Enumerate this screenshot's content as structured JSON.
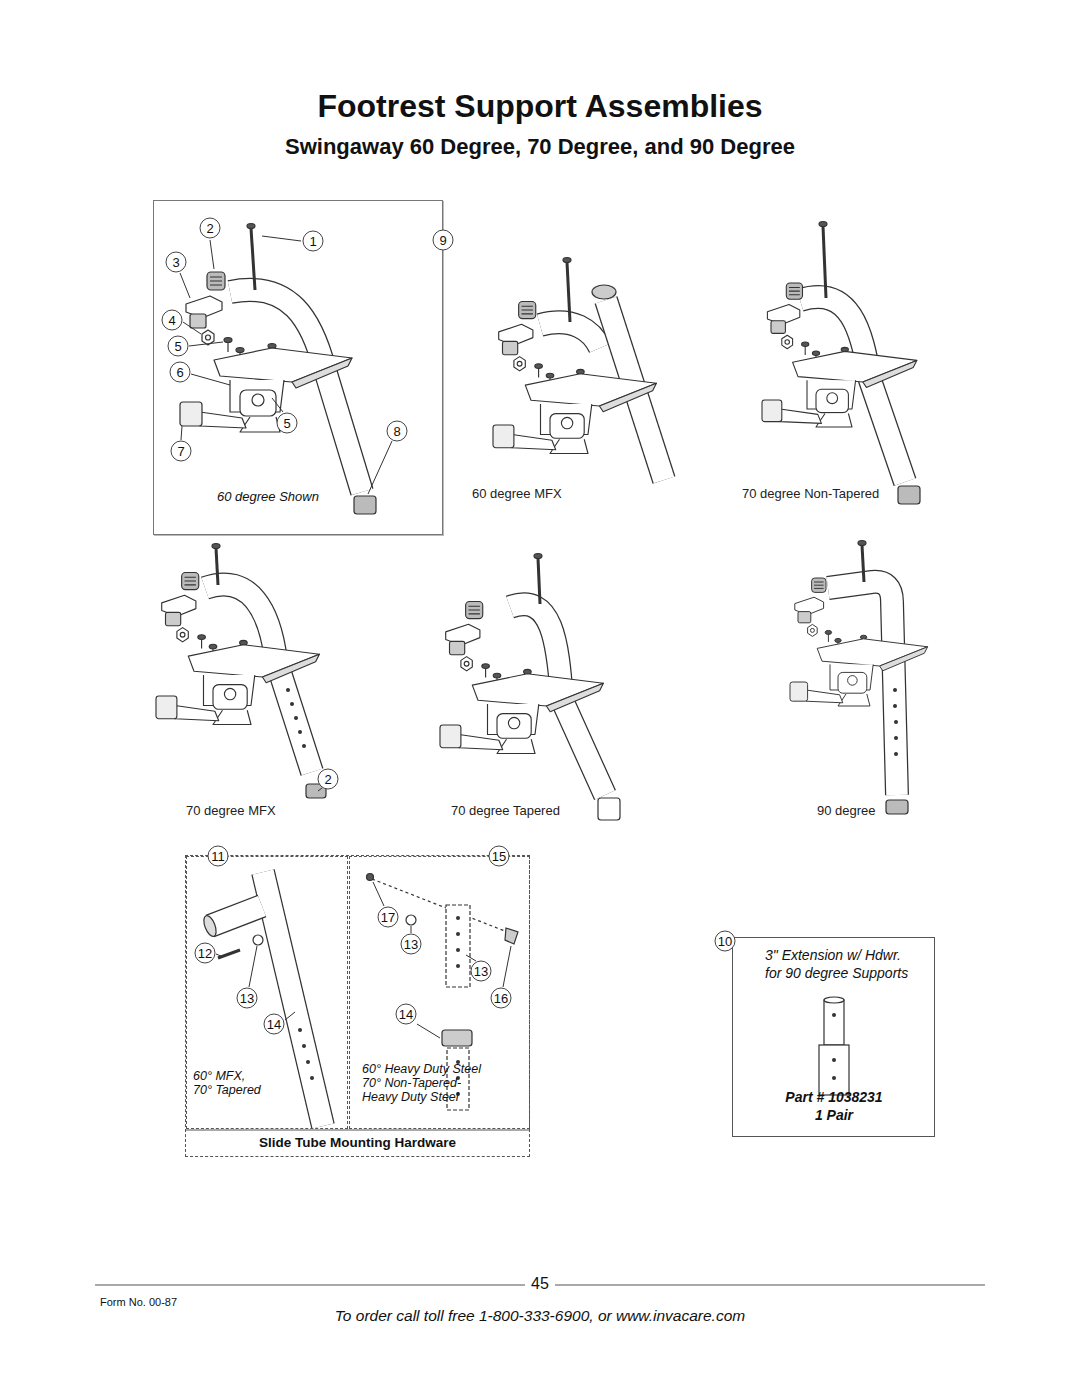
{
  "diagram": {
    "title": "Footrest Support Assemblies",
    "nodes": [
      {
        "text": [
          "60 degree Shown"
        ]
      },
      {
        "text": [
          "Slide Tube Mounting Hardware"
        ]
      },
      {
        "text": [
          "60° MFX, 70° Tapered"
        ],
        "in": 1
      },
      {
        "text": [
          "60° Heavy Duty Steel 70° Non-Tapered- Heavy Duty Steel"
        ],
        "in": 1
      },
      {
        "text": [
          "3\" Extension w/ Hdwr. for 90 degree Supports",
          "Part # 1038231 1 Pair"
        ]
      }
    ],
    "labels": [
      "Swingaway 60 Degree, 70 Degree, and 90 Degree",
      "2",
      "1",
      "3",
      "9",
      "4",
      "5",
      "6",
      "5",
      "8",
      "7",
      "60 degree MFX",
      "70 degree Non-Tapered",
      "2",
      "70 degree MFX",
      "70 degree Tapered",
      "90 degree",
      "11",
      "15",
      "17",
      "13",
      "12",
      "13",
      "13",
      "16",
      "14",
      "14",
      "10",
      "45",
      "Form No. 00-87",
      "To order call toll free 1-800-333-6900, or www.invacare.com"
    ]
  }
}
